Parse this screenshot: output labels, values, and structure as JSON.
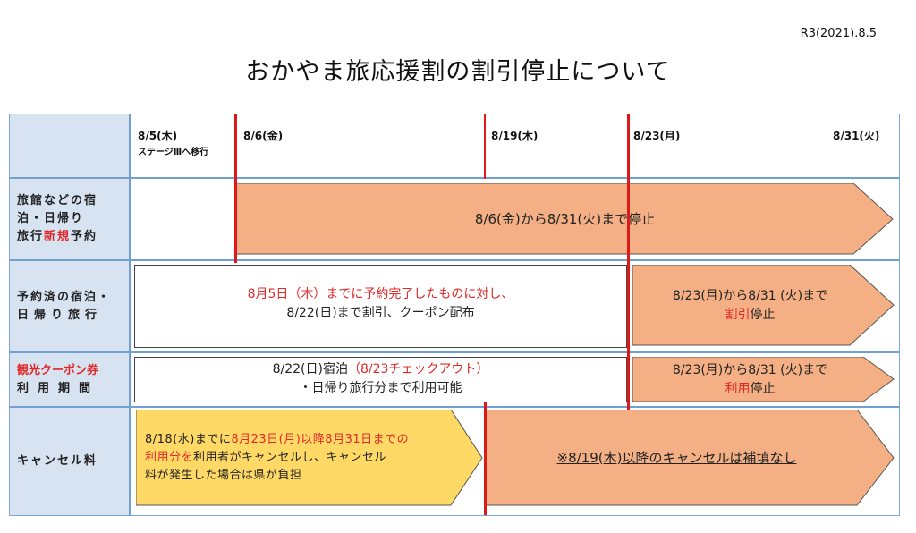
{
  "date_stamp": "R3(2021).8.5",
  "title": "おかやま旅応援割の割引停止について",
  "dates": {
    "d1": "8/5(木)",
    "d1_note": "ステージⅢへ移行",
    "d2": "8/6(金)",
    "d3": "8/19(木)",
    "d4": "8/23(月)",
    "d5": "8/31(火)"
  },
  "rows": {
    "new_booking": {
      "label_1": "旅館などの宿",
      "label_2": "泊・日帰り",
      "label_3a": "旅行",
      "label_3b": "新規",
      "label_3c": "予約",
      "arrow_text": "8/6(金)から8/31(火)まで停止"
    },
    "booked": {
      "label_1": "予約済の宿泊・",
      "label_2": "日帰り旅行",
      "box_line1": "8月5日（木）までに予約完了したものに対し、",
      "box_line2": "8/22(日)まで割引、クーポン配布",
      "arrow_line1": "8/23(月)から8/31 (火)まで",
      "arrow_line2a": "割引",
      "arrow_line2b": "停止"
    },
    "coupon": {
      "label_1": "観光クーポン券",
      "label_2": "利用期間",
      "box_line1a": "8/22(日)宿泊",
      "box_line1b": "（8/23チェックアウト）",
      "box_line2": "・日帰り旅行分まで利用可能",
      "arrow_line1": "8/23(月)から8/31 (火)まで",
      "arrow_line2a": "利用",
      "arrow_line2b": "停止"
    },
    "cancel": {
      "label": "キャンセル料",
      "yellow_1a": "8/18(水)までに",
      "yellow_1b": "8月23日(月)以降8月31日までの",
      "yellow_2a": "利用分を",
      "yellow_2b": "利用者がキャンセルし、キャンセル",
      "yellow_3": "料が発生した場合は県が負担",
      "arrow_text": "※8/19(木)以降のキャンセルは補填なし"
    }
  },
  "colors": {
    "arrow_fill": "#f4b084",
    "yellow_fill": "#ffd966",
    "label_fill": "#d8e3f2",
    "accent_red": "#e02a2a",
    "grid_blue": "#6f9fd3"
  }
}
